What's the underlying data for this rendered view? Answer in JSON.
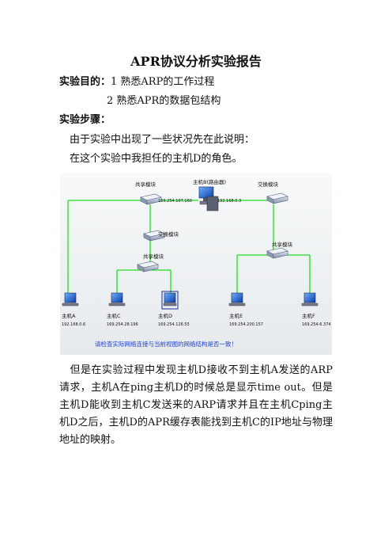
{
  "title": "APR协议分析实验报告",
  "purpose": {
    "label": "实验目的：",
    "item1": "1 熟悉ARP的工作过程",
    "item2": "2 熟悉APR的数据包结构"
  },
  "steps": {
    "label": "实验步骤：",
    "line1": "由于实验中出现了一些状况先在此说明：",
    "line2": "在这个实验中我担任的主机D的角色。"
  },
  "diagram": {
    "hub_top_left": "共享模块",
    "router_label": "主机B(路由器)",
    "switch_top_right": "交换模块",
    "ip_router_left": "169.254.167.160",
    "ip_router_right": "192.168.0.3",
    "switch_mid": "交换模块",
    "hub_mid": "共享模块",
    "hub_right": "共享模块",
    "hosts": [
      {
        "name": "主机A",
        "ip": "192.168.0.6"
      },
      {
        "name": "主机C",
        "ip": "169.254.28.196"
      },
      {
        "name": "主机D",
        "ip": "169.254.126.55"
      },
      {
        "name": "主机E",
        "ip": "169.254.200.157"
      },
      {
        "name": "主机F",
        "ip": "169.254.6.374"
      }
    ],
    "notice": "请检查实际网络连接与当前视图的网络结构是否一致！"
  },
  "paragraph": "但是在实验过程中发现主机D接收不到主机A发送的ARP请求，主机A在ping主机D的时候总是显示time out。但是主机D能收到主机C发送来的ARP请求并且在主机Cping主机D之后，主机D的APR缓存表能找到主机C的IP地址与物理地址的映射。"
}
